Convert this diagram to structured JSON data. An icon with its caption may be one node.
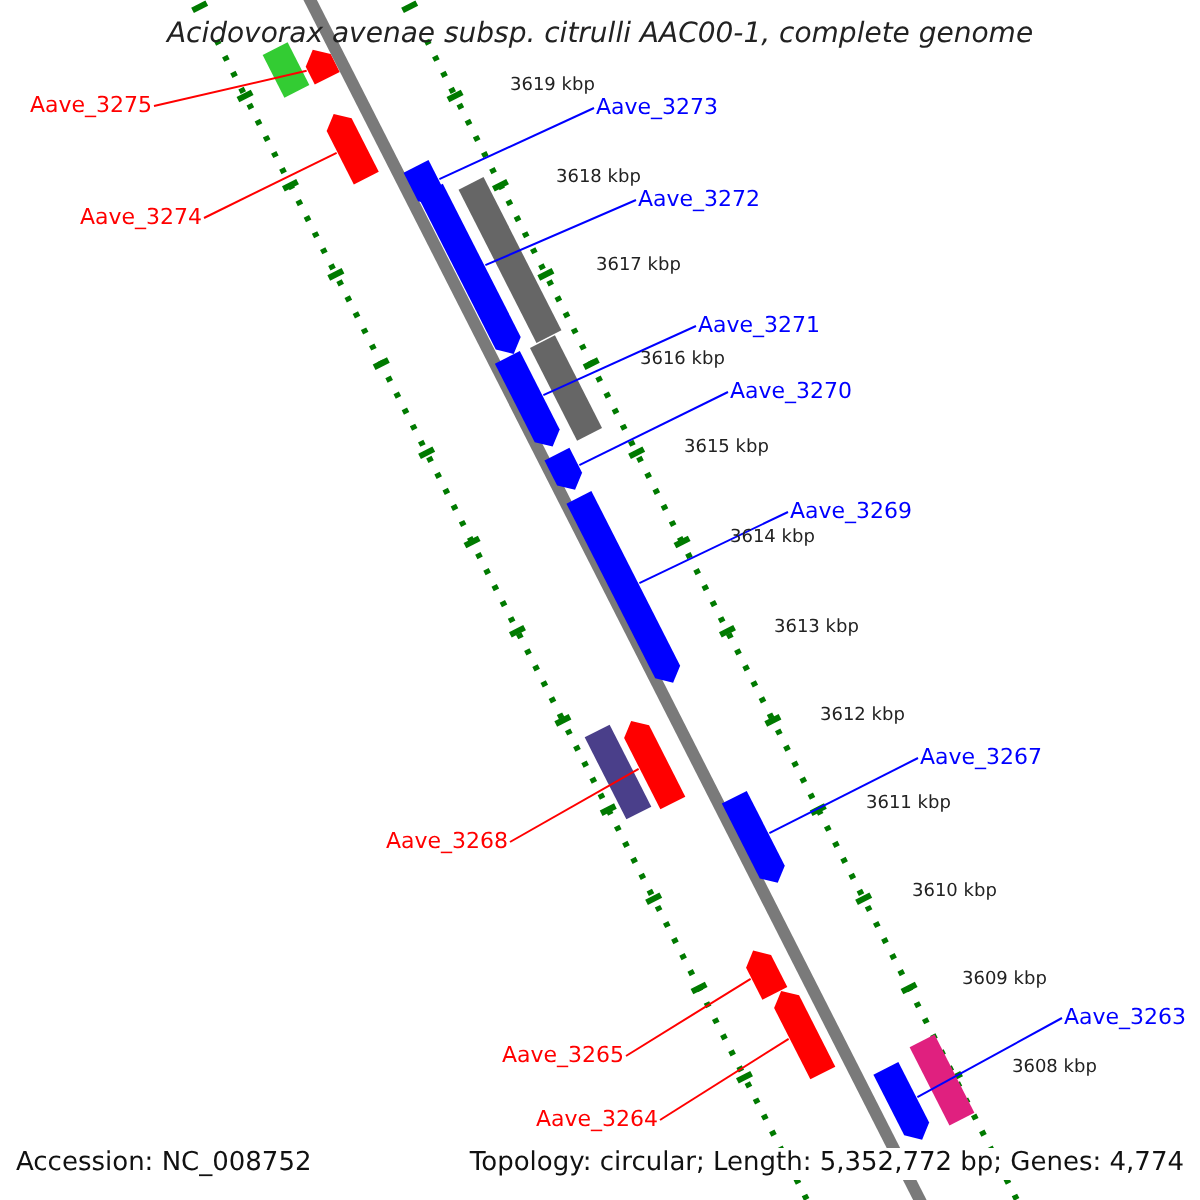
{
  "diagram": {
    "title": "Acidovorax avenae subsp. citrulli AAC00-1, complete genome",
    "nodes": [
      {
        "text": [
          "Aave_3275"
        ]
      },
      {
        "text": [
          "Aave_3273"
        ]
      },
      {
        "text": [
          "Aave_3274"
        ]
      },
      {
        "text": [
          "Aave_3272"
        ]
      },
      {
        "text": [
          "Aave_3271"
        ]
      },
      {
        "text": [
          "Aave_3270"
        ]
      },
      {
        "text": [
          "Aave_3269"
        ]
      },
      {
        "text": [
          "Aave_3267"
        ]
      },
      {
        "text": [
          "Aave_3268"
        ]
      },
      {
        "text": [
          "Aave_3263"
        ]
      },
      {
        "text": [
          "Aave_3265"
        ]
      },
      {
        "text": [
          "Aave_3264"
        ]
      },
      {
        "text": [],
        "shape": "bar"
      },
      {
        "text": [],
        "shape": "arrow"
      },
      {
        "text": [],
        "shape": "arrow"
      },
      {
        "text": [],
        "shape": "arrow"
      },
      {
        "text": [],
        "shape": "arrow"
      },
      {
        "text": [],
        "shape": "bar"
      },
      {
        "text": [],
        "shape": "arrow"
      },
      {
        "text": [],
        "shape": "bar"
      },
      {
        "text": [],
        "shape": "arrow"
      },
      {
        "text": [],
        "shape": "arrow"
      },
      {
        "text": [],
        "shape": "bar"
      },
      {
        "text": [],
        "shape": "arrow"
      },
      {
        "text": [],
        "shape": "arrow"
      },
      {
        "text": [],
        "shape": "arrow"
      },
      {
        "text": [],
        "shape": "arrow"
      },
      {
        "text": [],
        "shape": "arrow"
      },
      {
        "text": [],
        "shape": "bar"
      }
    ],
    "edges": [
      {
        "from": 0,
        "to": 13,
        "arrow": "none",
        "color": "#ff0000"
      },
      {
        "from": 2,
        "to": 14,
        "arrow": "none",
        "color": "#ff0000"
      },
      {
        "from": 1,
        "to": 15,
        "arrow": "none"
      },
      {
        "from": 3,
        "to": 16,
        "arrow": "none"
      },
      {
        "from": 4,
        "to": 18,
        "arrow": "none"
      },
      {
        "from": 5,
        "to": 20,
        "arrow": "none"
      },
      {
        "from": 6,
        "to": 21,
        "arrow": "none"
      },
      {
        "from": 7,
        "to": 24,
        "arrow": "none"
      },
      {
        "from": 8,
        "to": 23,
        "arrow": "none",
        "color": "#ff0000"
      },
      {
        "from": 9,
        "to": 27,
        "arrow": "none"
      },
      {
        "from": 10,
        "to": 25,
        "arrow": "none",
        "color": "#ff0000"
      },
      {
        "from": 11,
        "to": 26,
        "arrow": "none",
        "color": "#ff0000"
      }
    ],
    "labels": [
      "3619 kbp",
      "3618 kbp",
      "3617 kbp",
      "3616 kbp",
      "3615 kbp",
      "3614 kbp",
      "3613 kbp",
      "3612 kbp",
      "3611 kbp",
      "3610 kbp",
      "3609 kbp",
      "3608 kbp",
      "Accession: NC_008752",
      "Topology: circular; Length: 5,352,772 bp; Genes: 4,774"
    ]
  }
}
